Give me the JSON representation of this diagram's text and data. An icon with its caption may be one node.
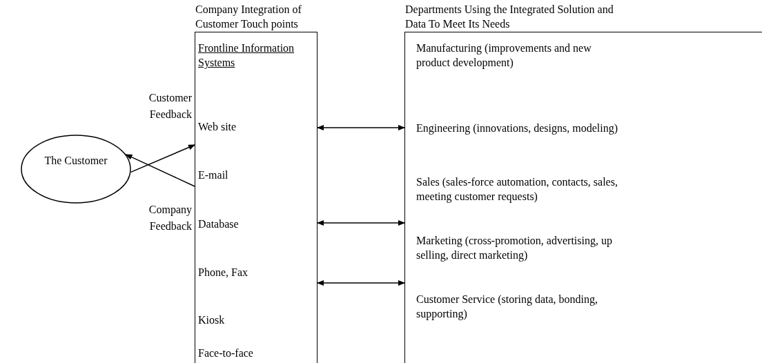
{
  "diagram": {
    "nodes": [
      {
        "text": [
          "The Customer"
        ]
      },
      {
        "text": [
          "Company Integration of Customer Touch points",
          "Frontline Information Systems",
          "Web site",
          "E-mail",
          "Database",
          "Phone, Fax",
          "Kiosk",
          "Face-to-face"
        ]
      },
      {
        "text": [
          "Departments Using the Integrated Solution and Data To Meet Its Needs",
          "Manufacturing (improvements and new product development)",
          "Engineering (innovations, designs, modeling)",
          "Sales (sales-force automation, contacts, sales, meeting customer requests)",
          "Marketing (cross-promotion, advertising, up selling, direct marketing)",
          "Customer Service (storing data, bonding, supporting)"
        ]
      }
    ],
    "edges": [
      {
        "from": 0,
        "to": 1,
        "arrow": "to",
        "label": "Customer Feedback"
      },
      {
        "from": 1,
        "to": 0,
        "arrow": "to",
        "label": "Company Feedback"
      },
      {
        "from": 1,
        "to": 2,
        "arrow": "both"
      },
      {
        "from": 1,
        "to": 2,
        "arrow": "both"
      },
      {
        "from": 1,
        "to": 2,
        "arrow": "both"
      }
    ]
  }
}
